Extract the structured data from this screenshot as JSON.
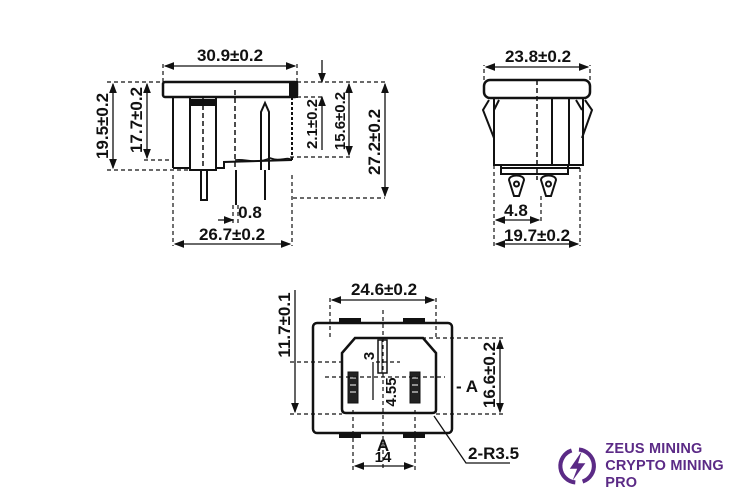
{
  "views": {
    "side_view": {
      "dims": {
        "top_width": "30.9±0.2",
        "left_height_outer": "19.5±0.2",
        "left_height_inner": "17.7±0.2",
        "flange": "2.1±0.2",
        "body_height": "15.6±0.2",
        "total_height": "27.2±0.2",
        "pin_width": "0.8",
        "bottom_width": "26.7±0.2"
      }
    },
    "end_view": {
      "dims": {
        "top_width": "23.8±0.2",
        "terminal_spacing": "4.8",
        "bottom_width": "19.7±0.2"
      }
    },
    "front_view": {
      "dims": {
        "width": "24.6±0.2",
        "offset_height": "11.7±0.1",
        "opening_height": "16.6±0.2",
        "earth_pin": "3",
        "pin_gap": "4.55",
        "section_label": "A",
        "section_marker": "- A",
        "pin_spacing": "14",
        "corner_radius": "2-R3.5"
      }
    }
  },
  "logo": {
    "line1": "ZEUS MINING",
    "line2": "CRYPTO MINING PRO",
    "color": "#5b2a86",
    "icon": "lightning-bolt-circle-icon"
  }
}
